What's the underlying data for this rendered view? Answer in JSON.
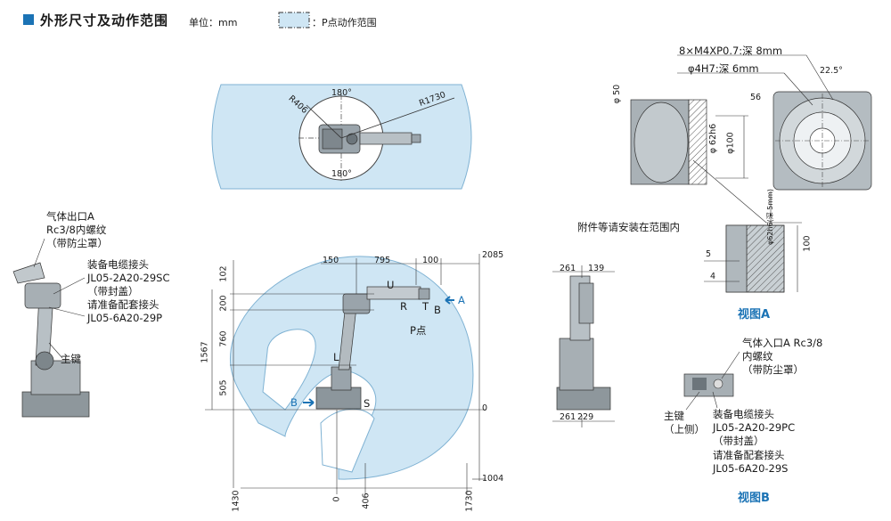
{
  "header": {
    "title": "外形尺寸及动作范围",
    "unit_label": "单位：mm",
    "legend_label": "：P点动作范围"
  },
  "colors": {
    "accent_blue": "#1b73b5",
    "range_fill": "#cfe6f4",
    "range_stroke": "#6aa7cc"
  },
  "top_view": {
    "angle_top": "180°",
    "angle_bottom": "180°",
    "r_inner": "R406",
    "r_outer": "R1730"
  },
  "side_view": {
    "dims": {
      "d150": "150",
      "d795": "795",
      "d100": "100",
      "d2085": "2085",
      "d102": "102",
      "d200": "200",
      "d760": "760",
      "d1567": "1567",
      "d505": "505",
      "d0_right": "0",
      "d1004": "1004",
      "d1430": "1430",
      "d0_bottom": "0",
      "d406": "406",
      "d1730": "1730"
    },
    "axes": {
      "U": "U",
      "R": "R",
      "T": "T",
      "B_axis": "B",
      "L": "L",
      "S": "S"
    },
    "p_point": "P点",
    "arrow_A": "A",
    "arrow_B": "B"
  },
  "left_robot": {
    "air_outlet": [
      "气体出口A",
      "Rc3/8内螺纹",
      "（带防尘罩）"
    ],
    "cable_connector": [
      "装备电缆接头",
      "JL05-2A20-29SC",
      "（带封盖）"
    ],
    "mating_connector": [
      "请准备配套接头",
      "JL05-6A20-29P"
    ],
    "main_key": "主键"
  },
  "right_robot": {
    "d261_top": "261",
    "d139": "139",
    "d261_bottom": "261",
    "d229": "229"
  },
  "view_a": {
    "thread": "8×M4XP0.7:深 8mm",
    "pin": "φ4H7:深 6mm",
    "angle": "22.5°",
    "d56": "56",
    "phi50": "φ 50",
    "phi62h6": "φ 62h6",
    "phi100": "φ100",
    "phi62h6_depth": "φ62h6(深 5mm)",
    "d100": "100",
    "d5": "5",
    "d4": "4",
    "note": "附件等请安装在范围内",
    "title": "视图A"
  },
  "view_b": {
    "air_inlet": [
      "气体入口A Rc3/8",
      "内螺纹",
      "（带防尘罩）"
    ],
    "main_key": [
      "主键",
      "（上侧）"
    ],
    "cable_connector": [
      "装备电缆接头",
      "JL05-2A20-29PC",
      "（带封盖）"
    ],
    "mating_connector": [
      "请准备配套接头",
      "JL05-6A20-29S"
    ],
    "title": "视图B"
  }
}
